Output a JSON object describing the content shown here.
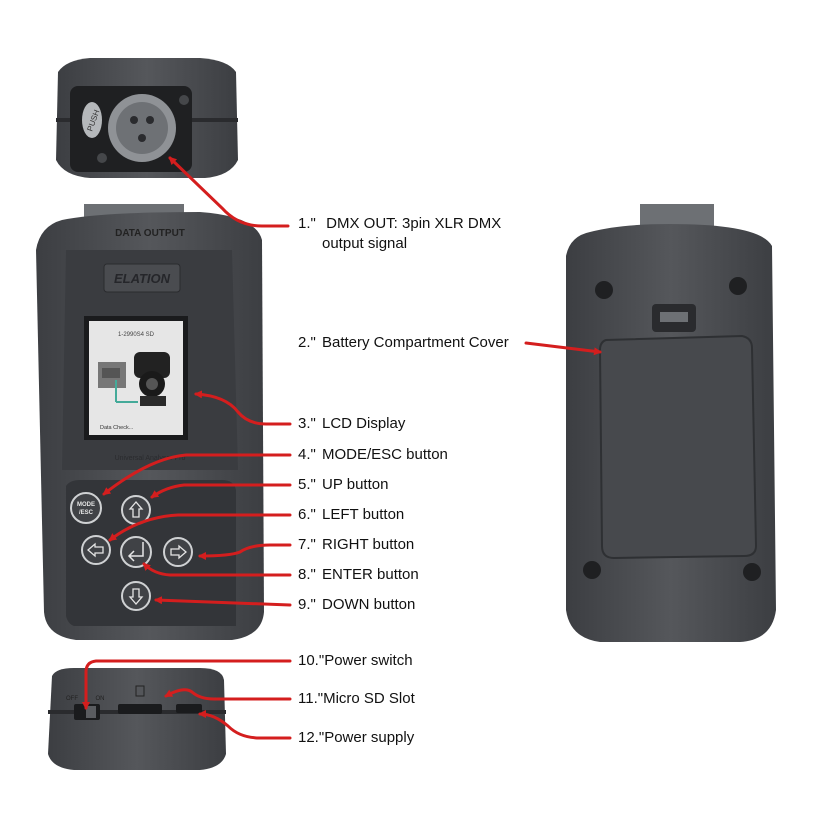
{
  "device": {
    "top_label": "DATA OUTPUT",
    "brand": "ELATION",
    "screen_header": "1-2990S4 SD",
    "screen_footer": "Data Check...",
    "model_text": "Universal Analyser Pro",
    "push_label": "PUSH",
    "mode_button": [
      "MODE",
      "/ESC"
    ],
    "switch_off": "OFF",
    "switch_on": "ON"
  },
  "callouts": [
    {
      "num": "1.\"",
      "text": "DMX OUT: 3pin XLR DMX",
      "text2": "output signal"
    },
    {
      "num": "2.\"",
      "text": "Battery Compartment Cover"
    },
    {
      "num": "3.\"",
      "text": "LCD Display"
    },
    {
      "num": "4.\"",
      "text": "MODE/ESC button"
    },
    {
      "num": "5.\"",
      "text": "UP button"
    },
    {
      "num": "6.\"",
      "text": "LEFT button"
    },
    {
      "num": "7.\"",
      "text": "RIGHT button"
    },
    {
      "num": "8.\"",
      "text": "ENTER button"
    },
    {
      "num": "9.\"",
      "text": "DOWN button"
    },
    {
      "num": "10.\"",
      "text": "Power switch"
    },
    {
      "num": "11.\"",
      "text": "Micro SD Slot"
    },
    {
      "num": "12.\"",
      "text": "Power supply"
    }
  ],
  "colors": {
    "arrow": "#d41e1e",
    "body": "#4a4c50",
    "body_dark": "#2e3033",
    "panel": "#3a3c40",
    "screen": "#e6e6e6"
  }
}
